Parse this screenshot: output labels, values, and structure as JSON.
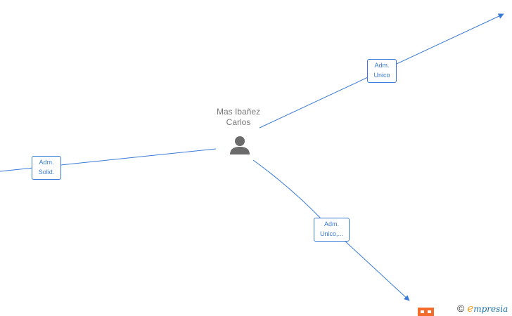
{
  "person": {
    "name_line1": "Mas Ibañez",
    "name_line2": "Carlos",
    "icon": "person-icon"
  },
  "edges": [
    {
      "role_line1": "Adm.",
      "role_line2": "Unico"
    },
    {
      "role_line1": "Adm.",
      "role_line2": "Solid."
    },
    {
      "role_line1": "Adm.",
      "role_line2": "Unico,..."
    }
  ],
  "company_node": {
    "icon": "building-icon"
  },
  "colors": {
    "edge": "#3a7bd5",
    "person_icon": "#6b6b6b",
    "company_icon": "#f26b2a"
  },
  "watermark": {
    "symbol": "©",
    "brand_initial": "e",
    "brand_rest": "mpresia"
  }
}
